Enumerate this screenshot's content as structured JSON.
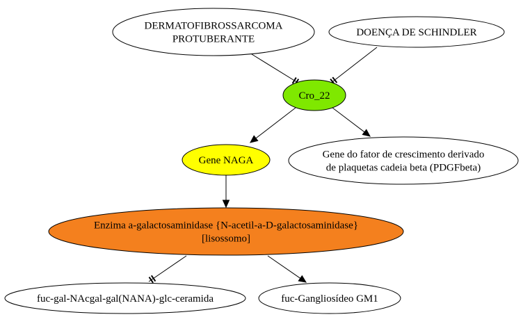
{
  "diagram": {
    "nodes": [
      {
        "id": "dermato",
        "lines": [
          "DERMATOFIBROSSARCOMA",
          "PROTUBERANTE"
        ],
        "fill": "#ffffff"
      },
      {
        "id": "schindler",
        "lines": [
          "DOENÇA DE SCHINDLER"
        ],
        "fill": "#ffffff"
      },
      {
        "id": "cro22",
        "lines": [
          "Cro_22"
        ],
        "fill": "#7fe800"
      },
      {
        "id": "naga",
        "lines": [
          "Gene NAGA"
        ],
        "fill": "#ffff00"
      },
      {
        "id": "pdgf",
        "lines": [
          "Gene do fator de crescimento derivado",
          "de plaquetas cadeia beta (PDGFbeta)"
        ],
        "fill": "#ffffff"
      },
      {
        "id": "enzima",
        "lines": [
          "Enzima a-galactosaminidase {N-acetil-a-D-galactosaminidase}",
          "[lisossomo]"
        ],
        "fill": "#f4801e"
      },
      {
        "id": "fuc1",
        "lines": [
          "fuc-gal-NAcgal-gal(NANA)-glc-ceramida"
        ],
        "fill": "#ffffff"
      },
      {
        "id": "fuc2",
        "lines": [
          "fuc-Gangliosídeo GM1"
        ],
        "fill": "#ffffff"
      }
    ],
    "edges": [
      {
        "from": "dermato",
        "to": "cro22",
        "type": "tee"
      },
      {
        "from": "schindler",
        "to": "cro22",
        "type": "tee"
      },
      {
        "from": "cro22",
        "to": "naga",
        "type": "arrow"
      },
      {
        "from": "cro22",
        "to": "pdgf",
        "type": "arrow"
      },
      {
        "from": "naga",
        "to": "enzima",
        "type": "arrow"
      },
      {
        "from": "enzima",
        "to": "fuc1",
        "type": "tee"
      },
      {
        "from": "enzima",
        "to": "fuc2",
        "type": "arrow"
      }
    ]
  }
}
